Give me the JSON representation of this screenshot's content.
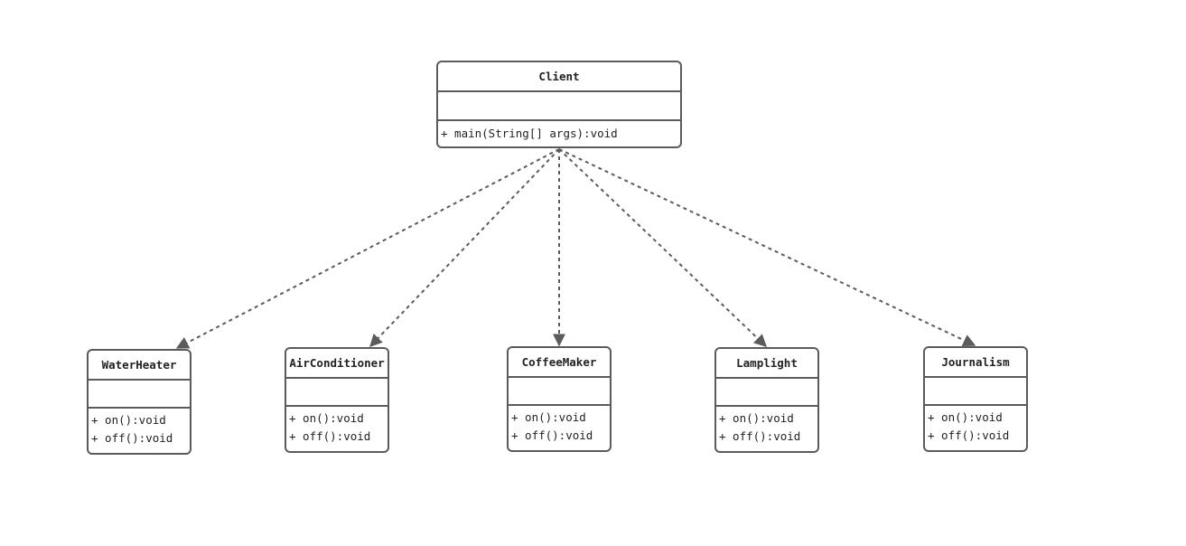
{
  "diagram": {
    "client": {
      "name": "Client",
      "operations": [
        "+ main(String[] args):void"
      ]
    },
    "classes": [
      {
        "id": "waterheater",
        "name": "WaterHeater",
        "operations": [
          "+ on():void",
          "+ off():void"
        ]
      },
      {
        "id": "airconditioner",
        "name": "AirConditioner",
        "operations": [
          "+ on():void",
          "+ off():void"
        ]
      },
      {
        "id": "coffeemaker",
        "name": "CoffeeMaker",
        "operations": [
          "+ on():void",
          "+ off():void"
        ]
      },
      {
        "id": "lamplight",
        "name": "Lamplight",
        "operations": [
          "+ on():void",
          "+ off():void"
        ]
      },
      {
        "id": "journalism",
        "name": "Journalism",
        "operations": [
          "+ on():void",
          "+ off():void"
        ]
      }
    ],
    "relations": [
      {
        "from": "client",
        "to": "waterheater",
        "type": "dependency"
      },
      {
        "from": "client",
        "to": "airconditioner",
        "type": "dependency"
      },
      {
        "from": "client",
        "to": "coffeemaker",
        "type": "dependency"
      },
      {
        "from": "client",
        "to": "lamplight",
        "type": "dependency"
      },
      {
        "from": "client",
        "to": "journalism",
        "type": "dependency"
      }
    ],
    "colors": {
      "stroke": "#5b5b5b",
      "background": "#ffffff",
      "text": "#222222"
    }
  }
}
